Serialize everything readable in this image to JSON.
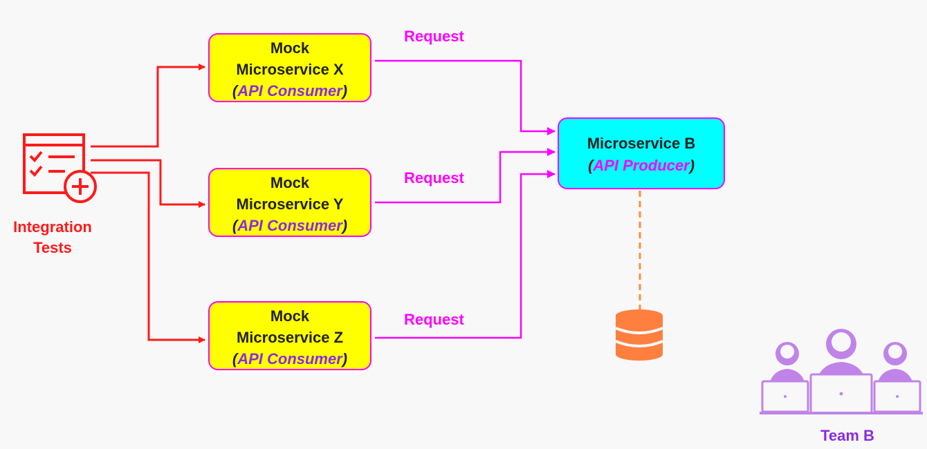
{
  "integration_tests": {
    "line1": "Integration",
    "line2": "Tests",
    "icon": "checklist-add-icon",
    "color": "#ff1a1a"
  },
  "mocks": [
    {
      "line1": "Mock",
      "line2": "Microservice X",
      "open": "(",
      "role": "API Consumer",
      "close": ")"
    },
    {
      "line1": "Mock",
      "line2": "Microservice Y",
      "open": "(",
      "role": "API Consumer",
      "close": ")"
    },
    {
      "line1": "Mock",
      "line2": "Microservice Z",
      "open": "(",
      "role": "API Consumer",
      "close": ")"
    }
  ],
  "producer": {
    "line1": "Microservice B",
    "open": "(",
    "role": "API Producer",
    "close": ")"
  },
  "request_labels": [
    "Request",
    "Request",
    "Request"
  ],
  "database": {
    "icon": "database-icon",
    "color": "#ff7f3f"
  },
  "team": {
    "label": "Team B",
    "icon": "team-icon",
    "color": "#c084e8"
  },
  "colors": {
    "test_arrows": "#ff1a1a",
    "request_arrows": "#ff00ff",
    "mock_fill": "#ffff00",
    "producer_fill": "#00ffff",
    "db_link": "#ff8c3a"
  }
}
